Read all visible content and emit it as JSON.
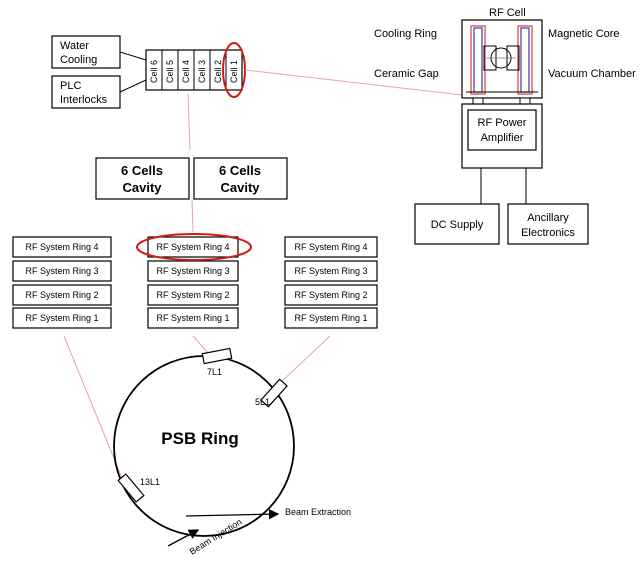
{
  "left_panel": {
    "water_cooling": [
      "Water",
      "Cooling"
    ],
    "plc_interlocks": [
      "PLC",
      "Interlocks"
    ],
    "cells": [
      "Cell 6",
      "Cell 5",
      "Cell 4",
      "Cell 3",
      "Cell 2",
      "Cell 1"
    ]
  },
  "cavities": [
    [
      "6 Cells",
      "Cavity"
    ],
    [
      "6 Cells",
      "Cavity"
    ]
  ],
  "rf_systems": {
    "rings": [
      "RF System Ring 4",
      "RF System Ring 3",
      "RF System Ring 2",
      "RF System Ring 1"
    ]
  },
  "rf_cell": {
    "title": "RF Cell",
    "cooling_ring": "Cooling Ring",
    "magnetic_core": "Magnetic Core",
    "ceramic_gap": "Ceramic Gap",
    "vacuum_chamber": "Vacuum Chamber",
    "amplifier": [
      "RF Power",
      "Amplifier"
    ],
    "dc_supply": "DC Supply",
    "ancillary": [
      "Ancillary",
      "Electronics"
    ]
  },
  "psb": {
    "title": "PSB Ring",
    "sections": [
      "7L1",
      "5L1",
      "13L1"
    ],
    "beam_extraction": "Beam Extraction",
    "beam_injection": "Beam Injection"
  }
}
